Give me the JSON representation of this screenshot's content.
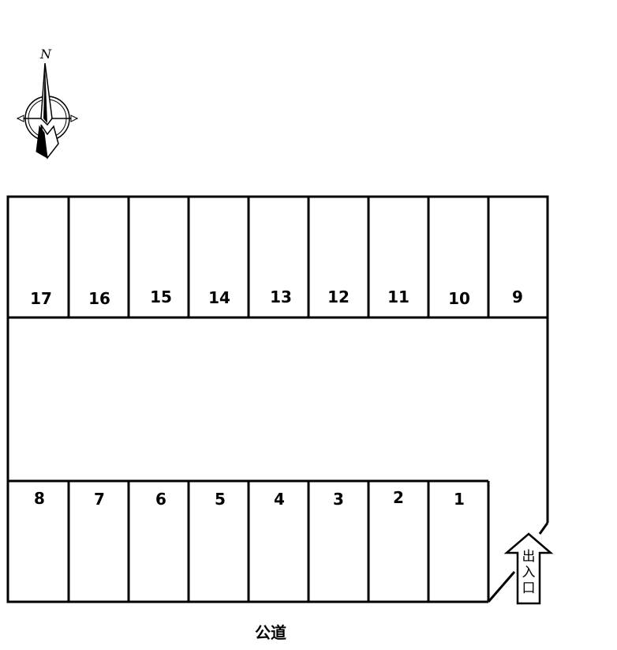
{
  "compass": {
    "north_label": "N"
  },
  "parking": {
    "top_row": [
      "17",
      "16",
      "15",
      "14",
      "13",
      "12",
      "11",
      "10",
      "9"
    ],
    "bottom_row": [
      "8",
      "7",
      "6",
      "5",
      "4",
      "3",
      "2",
      "1"
    ]
  },
  "entrance": {
    "label_chars": [
      "出",
      "入",
      "口"
    ]
  },
  "road_label": "公道"
}
